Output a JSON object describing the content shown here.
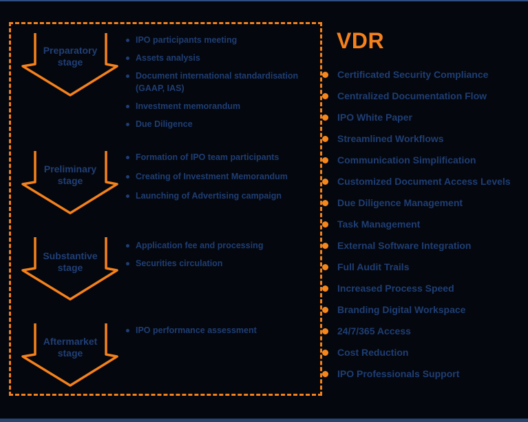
{
  "colors": {
    "background": "#04070e",
    "accent_orange": "#F5811C",
    "dot_orange": "#F6871D",
    "navy_text": "#1F3E74",
    "top_line_blue": "#2E4F82",
    "bottom_bar_blue": "#27456F"
  },
  "icons": {
    "stage_marker": "down-arrow",
    "list_bullet": "navy-dot",
    "feature_bullet": "orange-dot"
  },
  "stages": [
    {
      "label_line1": "Preparatory",
      "label_line2": "stage",
      "items": [
        "IPO participants meeting",
        "Assets analysis",
        "Document international standardisation\n(GAAP, IAS)",
        "Investment memorandum",
        "Due Diligence"
      ]
    },
    {
      "label_line1": "Preliminary",
      "label_line2": "stage",
      "items": [
        "Formation of IPO team participants",
        "Creating of Investment Memorandum",
        "Launching of Advertising campaign"
      ]
    },
    {
      "label_line1": "Substantive",
      "label_line2": "stage",
      "items": [
        "Application fee and processing",
        "Securities circulation"
      ]
    },
    {
      "label_line1": "Aftermarket",
      "label_line2": "stage",
      "items": [
        "IPO performance assessment"
      ]
    }
  ],
  "vdr": {
    "title": "VDR",
    "features": [
      "Certificated Security Compliance",
      "Centralized Documentation Flow",
      "IPO White Paper",
      "Streamlined Workflows",
      "Communication Simplification",
      "Customized Document Access Levels",
      "Due Diligence Management",
      "Task Management",
      "External Software Integration",
      "Full Audit Trails",
      "Increased Process Speed",
      "Branding Digital Workspace",
      "24/7/365 Access",
      "Cost Reduction",
      "IPO Professionals Support"
    ]
  }
}
